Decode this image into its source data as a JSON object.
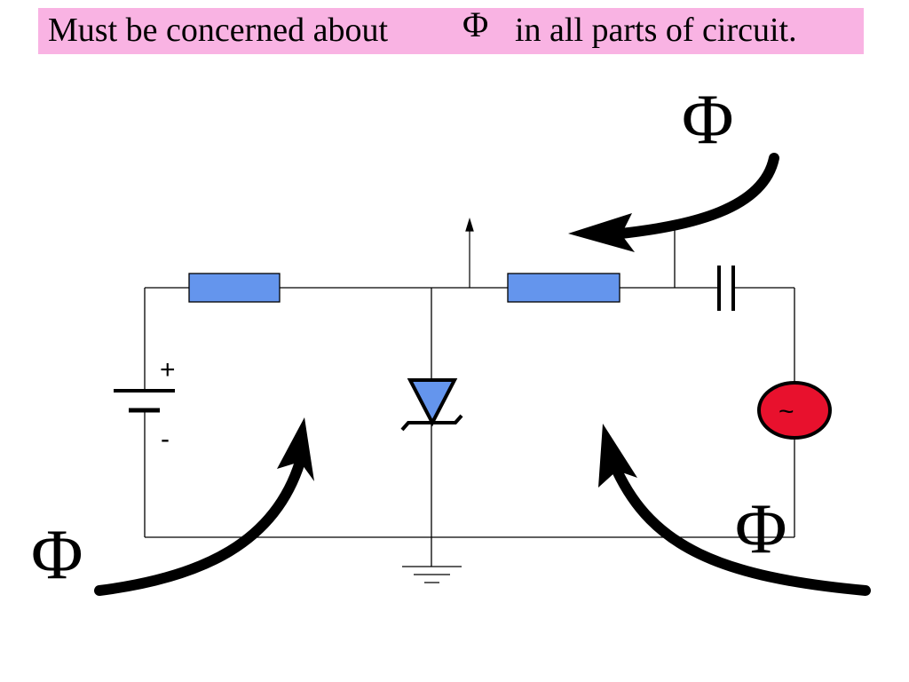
{
  "banner": {
    "text_before": "Must be concerned about",
    "symbol": "Φ",
    "text_after": "in all parts of circuit."
  },
  "labels": {
    "phi_top_right": "Φ",
    "phi_bottom_left": "Φ",
    "phi_bottom_right": "Φ",
    "battery_plus": "+",
    "battery_minus": "-",
    "ac_source_symbol": "~"
  },
  "colors": {
    "banner_background": "#f9b3e3",
    "resistor_fill": "#6495ed",
    "diode_fill": "#6495ed",
    "ac_source_fill": "#e8112d",
    "wire": "#000000"
  }
}
